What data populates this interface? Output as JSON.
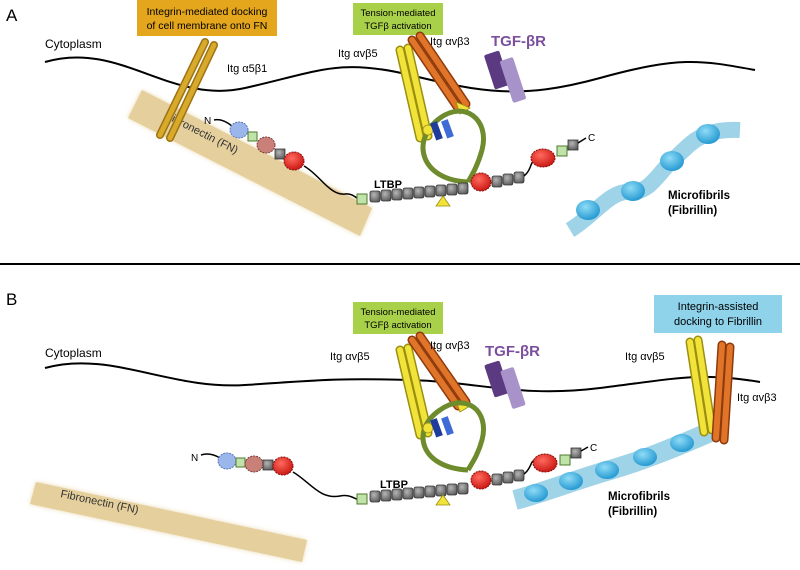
{
  "panels": [
    {
      "letter": "A",
      "cytoplasm": "Cytoplasm",
      "box_docking": [
        "Integrin-mediated docking",
        "of cell membrane onto FN"
      ],
      "box_tension": [
        "Tension-mediated",
        "TGFβ activation"
      ],
      "itg_a5b1": "Itg α5β1",
      "itg_avb5": "Itg αvβ5",
      "itg_avb3": "Itg αvβ3",
      "tgfbr": "TGF-βR",
      "fibronectin": "Fibronectin (FN)",
      "ltbp": "LTBP",
      "n_term": "N",
      "c_term": "C",
      "microfibrils": [
        "Microfibrils",
        "(Fibrillin)"
      ]
    },
    {
      "letter": "B",
      "cytoplasm": "Cytoplasm",
      "box_tension": [
        "Tension-mediated",
        "TGFβ activation"
      ],
      "box_fibrillin": [
        "Integrin-assisted",
        "docking to Fibrillin"
      ],
      "itg_avb5": "Itg αvβ5",
      "itg_avb3": "Itg αvβ3",
      "itg_avb5_right": "Itg αvβ5",
      "itg_avb3_right": "Itg αvβ3",
      "tgfbr": "TGF-βR",
      "fibronectin": "Fibronectin (FN)",
      "ltbp": "LTBP",
      "n_term": "N",
      "c_term": "C",
      "microfibrils": [
        "Microfibrils",
        "(Fibrillin)"
      ]
    }
  ],
  "colors": {
    "docking_box": "#e3a61d",
    "tension_box": "#a8d149",
    "fibrillin_box": "#8fd3ea",
    "tgfbr_text": "#7b4f9e",
    "tgfbr_dark": "#5b3a82",
    "tgfbr_light": "#a793c9",
    "fibronectin": "#e8d5a8",
    "microfibril_bead": "#2aa4d9",
    "microfibril_strand": "#9fd3e8",
    "lap_loop": "#6e8c2e",
    "yellow_integrin": "#f2e33a",
    "orange_integrin": "#e07428",
    "itg_a5b1": "#c99a1e",
    "ltbp_bead": "#7a7a7a",
    "red_domain": "#e0251f"
  }
}
